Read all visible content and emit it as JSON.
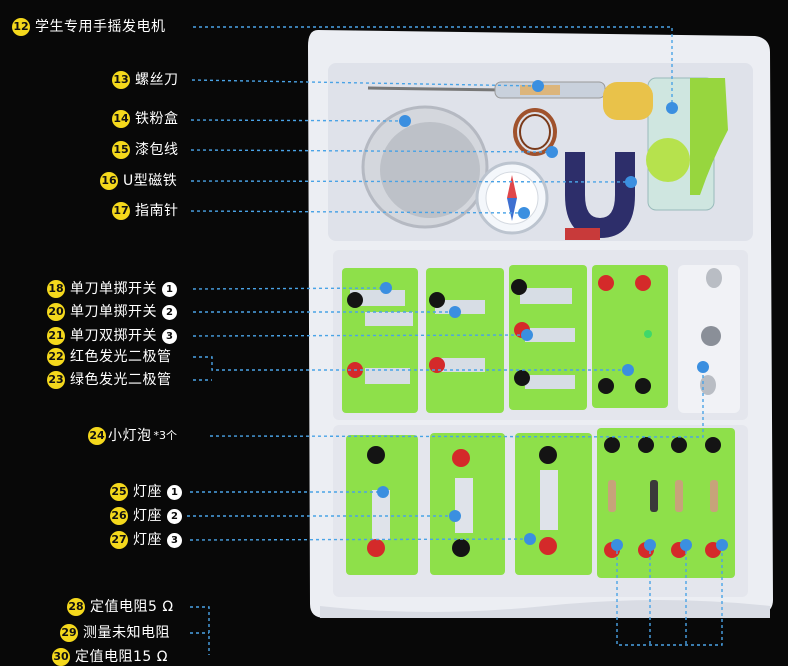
{
  "labels": [
    {
      "id": "l12",
      "num": "12",
      "text": "学生专用手摇发电机"
    },
    {
      "id": "l13",
      "num": "13",
      "text": "螺丝刀"
    },
    {
      "id": "l14",
      "num": "14",
      "text": "铁粉盒"
    },
    {
      "id": "l15",
      "num": "15",
      "text": "漆包线"
    },
    {
      "id": "l16",
      "num": "16",
      "text": "U型磁铁"
    },
    {
      "id": "l17",
      "num": "17",
      "text": "指南针"
    },
    {
      "id": "l18",
      "num": "18",
      "text": "单刀单掷开关",
      "tag": "1"
    },
    {
      "id": "l20",
      "num": "20",
      "text": "单刀单掷开关",
      "tag": "2"
    },
    {
      "id": "l21",
      "num": "21",
      "text": "单刀双掷开关",
      "tag": "3"
    },
    {
      "id": "l22",
      "num": "22",
      "text": "红色发光二极管"
    },
    {
      "id": "l23",
      "num": "23",
      "text": "绿色发光二极管"
    },
    {
      "id": "l24",
      "num": "24",
      "text": "小灯泡",
      "suffix": "*3个"
    },
    {
      "id": "l25",
      "num": "25",
      "text": "灯座",
      "tag": "1"
    },
    {
      "id": "l26",
      "num": "26",
      "text": "灯座",
      "tag": "2"
    },
    {
      "id": "l27",
      "num": "27",
      "text": "灯座",
      "tag": "3"
    },
    {
      "id": "l28",
      "num": "28",
      "text": "定值电阻5 Ω"
    },
    {
      "id": "l29",
      "num": "29",
      "text": "测量未知电阻"
    },
    {
      "id": "l30",
      "num": "30",
      "text": "定值电阻15 Ω"
    }
  ],
  "colors": {
    "background": "#080808",
    "tray": "#eeeef4",
    "board": "#8ee04a",
    "leader": "#4aa3e6",
    "badge": "#f4d81c"
  }
}
